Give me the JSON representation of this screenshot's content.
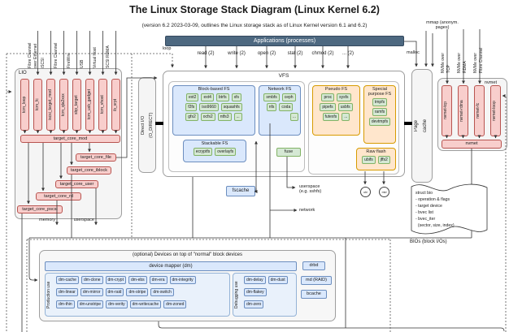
{
  "title": "The Linux Storage Stack Diagram (Linux Kernel 6.2)",
  "subtitle": "(version 6.2 2023-03-09, outlines the Linux storage stack as of Linux Kernel version 6.1 and 6.2)",
  "colors": {
    "target_fill": "#f8cecc",
    "target_stroke": "#b85450",
    "fs_fill": "#d5e8d4",
    "fs_stroke": "#82b366",
    "block_fill": "#dae8fc",
    "block_stroke": "#6c8ebf",
    "special_fill": "#ffe6cc",
    "special_stroke": "#d79b00",
    "applications_bar": "#4d6880"
  },
  "applications": {
    "label": "Applications (processes)"
  },
  "syscalls": [
    "read (2)",
    "write (2)",
    "open (2)",
    "stat (2)",
    "chmod (2)",
    "... (2)"
  ],
  "annotations": {
    "mmap": "mmap (anonym.\npages)",
    "malloc": "malloc",
    "loop": "loop",
    "memory": "memory",
    "userspace": "userspace",
    "fuse_userspace": "userspace\n(e.g. sshfs)",
    "network": "network",
    "bios": "BIOs (block I/Os)"
  },
  "lio": {
    "label": "LIO",
    "bus_labels": [
      "Fibre Channel\nover Ethernet",
      "iSCSI",
      "Fibre Channel",
      "FireWire",
      "USB",
      "Virtual Host",
      "SCSI RDMA"
    ],
    "targets": [
      "tcm_loop",
      "tcm_fc",
      "iscsi_target_mod",
      "tcm_qla2xxx",
      "sbp_target",
      "tcm_usb_gadget",
      "tcm_vhost",
      "ib_srpt"
    ],
    "core": "target_core_mod",
    "backstores": [
      "target_core_file",
      "target_core_iblock",
      "target_core_user",
      "target_core_rd",
      "target_core_pscsi"
    ]
  },
  "direct_io": "Direct I/O\n(O_DIRECT)",
  "page_cache": "Page\ncache",
  "vfs": {
    "label": "VFS",
    "block_fs": {
      "title": "Block-based FS",
      "rows": [
        [
          "ext2",
          "ext4",
          "btrfs",
          "xfs"
        ],
        [
          "f2fs",
          "iso9660",
          "squashfs"
        ],
        [
          "gfs2",
          "ocfs2",
          "ntfs3",
          "..."
        ]
      ]
    },
    "network_fs": {
      "title": "Network FS",
      "rows": [
        [
          "smbfs",
          "ceph"
        ],
        [
          "nfs",
          "coda"
        ],
        [
          "..."
        ]
      ]
    },
    "stackable_fs": {
      "title": "Stackable FS",
      "rows": [
        [
          "ecryptfs",
          "overlayfs"
        ]
      ]
    },
    "pseudo_fs": {
      "title": "Pseudo FS",
      "rows": [
        [
          "proc",
          "sysfs"
        ],
        [
          "pipefs",
          "usbfs"
        ],
        [
          "futexfs",
          "..."
        ]
      ]
    },
    "special_fs": {
      "title": "Special\npurpose FS",
      "rows": [
        [
          "tmpfs"
        ],
        [
          "ramfs"
        ],
        [
          "devtmpfs"
        ]
      ]
    },
    "raw_flash": {
      "title": "Raw flash",
      "rows": [
        [
          "ubifs",
          "jffs2"
        ]
      ]
    },
    "fuse": "fuse",
    "fscache": "fscache",
    "mtd_circles": [
      "ubi",
      "mtd"
    ]
  },
  "nvmet": {
    "label": "nvmet",
    "bus_labels": [
      "NVMe over\nTCP",
      "NVMe over\nRDMA",
      "NVMe over\nFibre Channel"
    ],
    "targets": [
      "nvmet-tcp",
      "nvmet-rdma",
      "nvmet-fc",
      "nvmet-loop"
    ],
    "core": "nvmet"
  },
  "struct_bio": {
    "lines": [
      "struct bio",
      "- operation & flags",
      "- target device",
      "- bvec list",
      "- bvec_iter",
      "  (sector, size, index)"
    ]
  },
  "device_stack": {
    "title": "(optional) Devices on top of \"normal\" block devices",
    "dm_header": "device mapper (dm)",
    "production_label": "Production use",
    "production_rows": [
      [
        "dm-cache",
        "dm-clone",
        "dm-crypt",
        "dm-ebs",
        "dm-era",
        "dm-integrity"
      ],
      [
        "dm-linear",
        "dm-mirror",
        "dm-raid",
        "dm-stripe",
        "dm-switch"
      ],
      [
        "dm-thin",
        "dm-unstripe",
        "dm-verity",
        "dm-writecache",
        "dm-zoned"
      ]
    ],
    "debugging_label": "Debugging use",
    "debugging_rows": [
      [
        "dm-delay",
        "dm-dust"
      ],
      [
        "dm-flakey"
      ],
      [
        "dm-zero"
      ]
    ],
    "side_devices": [
      "drbd",
      "md (RAID)",
      "bcache"
    ]
  }
}
